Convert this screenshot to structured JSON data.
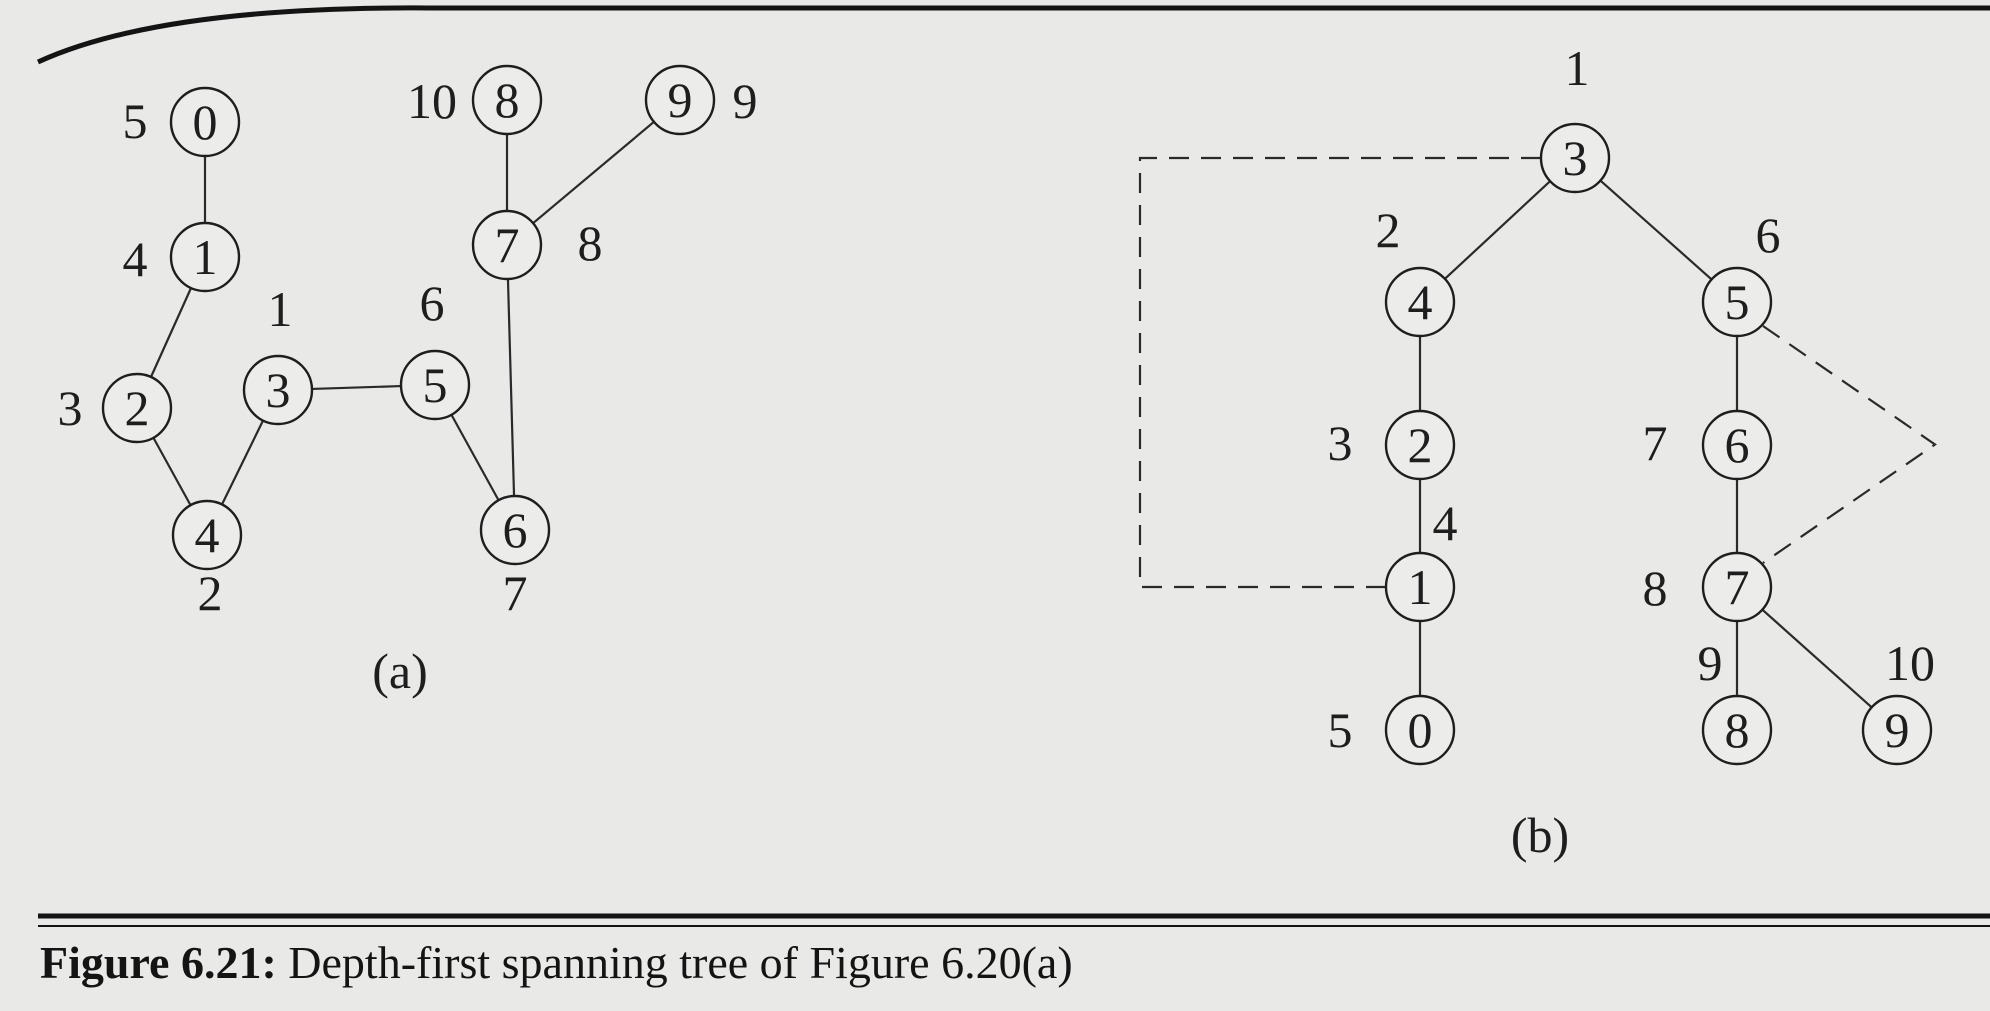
{
  "figure": {
    "caption_label": "Figure 6.21:",
    "caption_text": "Depth-first spanning tree of Figure 6.20(a)"
  },
  "graph_a": {
    "label": "(a)",
    "nodes": [
      {
        "id": "0",
        "dfn": "5"
      },
      {
        "id": "1",
        "dfn": "4"
      },
      {
        "id": "2",
        "dfn": "3"
      },
      {
        "id": "3",
        "dfn": "1"
      },
      {
        "id": "4",
        "dfn": "2"
      },
      {
        "id": "5",
        "dfn": "6"
      },
      {
        "id": "6",
        "dfn": "7"
      },
      {
        "id": "7",
        "dfn": "8"
      },
      {
        "id": "8",
        "dfn": "10"
      },
      {
        "id": "9",
        "dfn": "9"
      }
    ],
    "edges": [
      [
        "0",
        "1"
      ],
      [
        "1",
        "2"
      ],
      [
        "2",
        "4"
      ],
      [
        "4",
        "3"
      ],
      [
        "3",
        "5"
      ],
      [
        "5",
        "6"
      ],
      [
        "6",
        "7"
      ],
      [
        "7",
        "8"
      ],
      [
        "7",
        "9"
      ]
    ]
  },
  "graph_b": {
    "label": "(b)",
    "nodes": [
      {
        "id": "3",
        "dfn": "1"
      },
      {
        "id": "4",
        "dfn": "2"
      },
      {
        "id": "2",
        "dfn": "3"
      },
      {
        "id": "1",
        "dfn": "4"
      },
      {
        "id": "0",
        "dfn": "5"
      },
      {
        "id": "5",
        "dfn": "6"
      },
      {
        "id": "6",
        "dfn": "7"
      },
      {
        "id": "7",
        "dfn": "8"
      },
      {
        "id": "8",
        "dfn": "9"
      },
      {
        "id": "9",
        "dfn": "10"
      }
    ],
    "tree_edges": [
      [
        "3",
        "4"
      ],
      [
        "4",
        "2"
      ],
      [
        "2",
        "1"
      ],
      [
        "1",
        "0"
      ],
      [
        "3",
        "5"
      ],
      [
        "5",
        "6"
      ],
      [
        "6",
        "7"
      ],
      [
        "7",
        "8"
      ],
      [
        "7",
        "9"
      ]
    ],
    "back_edges": [
      [
        "3",
        "1"
      ],
      [
        "5",
        "7"
      ]
    ]
  }
}
